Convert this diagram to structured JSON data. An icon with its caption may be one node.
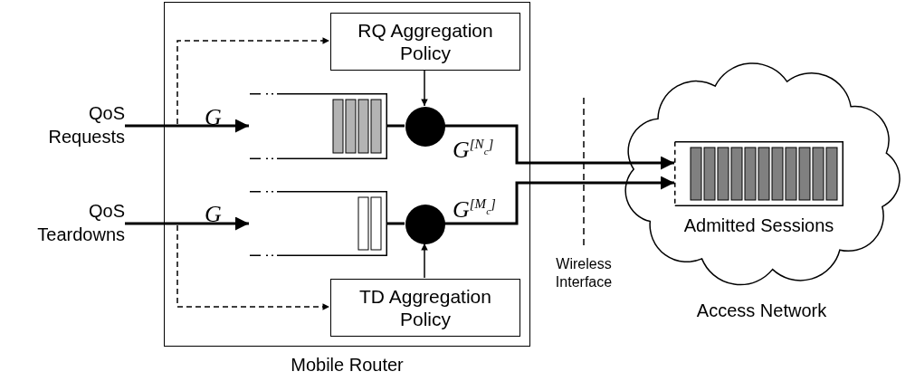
{
  "diagram": {
    "nodes": [
      {
        "text": [
          "Mobile Router"
        ]
      },
      {
        "text": [
          "QoS Requests"
        ]
      },
      {
        "text": [
          "QoS Teardowns"
        ]
      },
      {
        "text": [
          "RQ Aggregation Policy"
        ],
        "in": 0
      },
      {
        "text": [],
        "shape": "box",
        "in": 0
      },
      {
        "text": [],
        "shape": "circle",
        "in": 0
      },
      {
        "text": [],
        "shape": "box",
        "in": 0
      },
      {
        "text": [],
        "shape": "circle",
        "in": 0
      },
      {
        "text": [
          "TD Aggregation Policy"
        ],
        "in": 0
      },
      {
        "text": [
          "Access Network"
        ]
      },
      {
        "text": [
          "Admitted Sessions"
        ],
        "in": 9
      }
    ],
    "edges": [
      {
        "from": 1,
        "to": 4,
        "arrow": "to",
        "label": "G"
      },
      {
        "from": 1,
        "to": 3,
        "arrow": "to",
        "style": "dashed"
      },
      {
        "from": 3,
        "to": 5,
        "arrow": "to"
      },
      {
        "from": 4,
        "to": 5,
        "arrow": "none"
      },
      {
        "from": 5,
        "to": 10,
        "arrow": "to",
        "label": "G$^{[N}$$_{c}$$^{]}$"
      },
      {
        "from": 2,
        "to": 6,
        "arrow": "to",
        "label": "G"
      },
      {
        "from": 2,
        "to": 8,
        "arrow": "to",
        "style": "dashed"
      },
      {
        "from": 8,
        "to": 7,
        "arrow": "to"
      },
      {
        "from": 6,
        "to": 7,
        "arrow": "none"
      },
      {
        "from": 7,
        "to": 10,
        "arrow": "to",
        "label": "G$^{[M}$$_{c}$$^{]}$"
      }
    ],
    "labels": [
      "Wireless Interface"
    ]
  }
}
